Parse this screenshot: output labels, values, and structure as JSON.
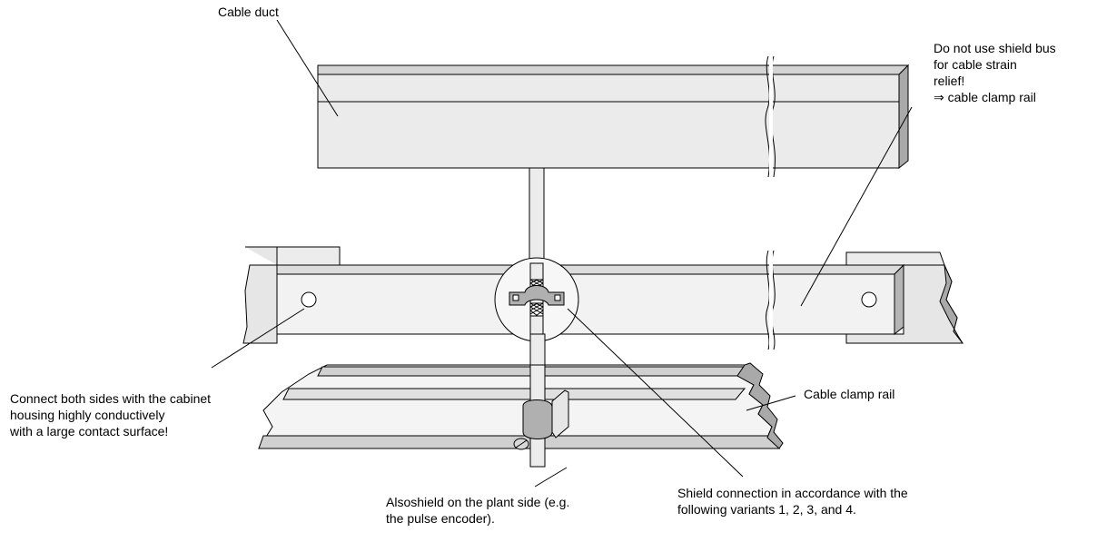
{
  "labels": {
    "cable_duct": "Cable duct",
    "shield_bus_warning": [
      "Do not use shield bus",
      "for cable strain",
      "relief!",
      "⇒ cable clamp rail"
    ],
    "connect_sides": [
      "Connect both sides with the cabinet",
      "housing highly conductively",
      "with a large contact surface!"
    ],
    "cable_clamp_rail": "Cable clamp rail",
    "plant_side": [
      "Alsoshield on the plant side (e.g.",
      "the pulse encoder)."
    ],
    "shield_connection": [
      "Shield connection in accordance with the",
      "following variants 1, 2, 3, and 4."
    ]
  },
  "colors": {
    "line": "#000000",
    "duct_front": "#ebebeb",
    "duct_top": "#d4d4d4",
    "duct_end": "#a9a9a9",
    "bus_bar": "#f2f2f2",
    "bracket": "#e6e6e6",
    "clamp": "#b0b0b0",
    "rail": "#f4f4f4",
    "rail_groove": "#d0d0d0"
  }
}
